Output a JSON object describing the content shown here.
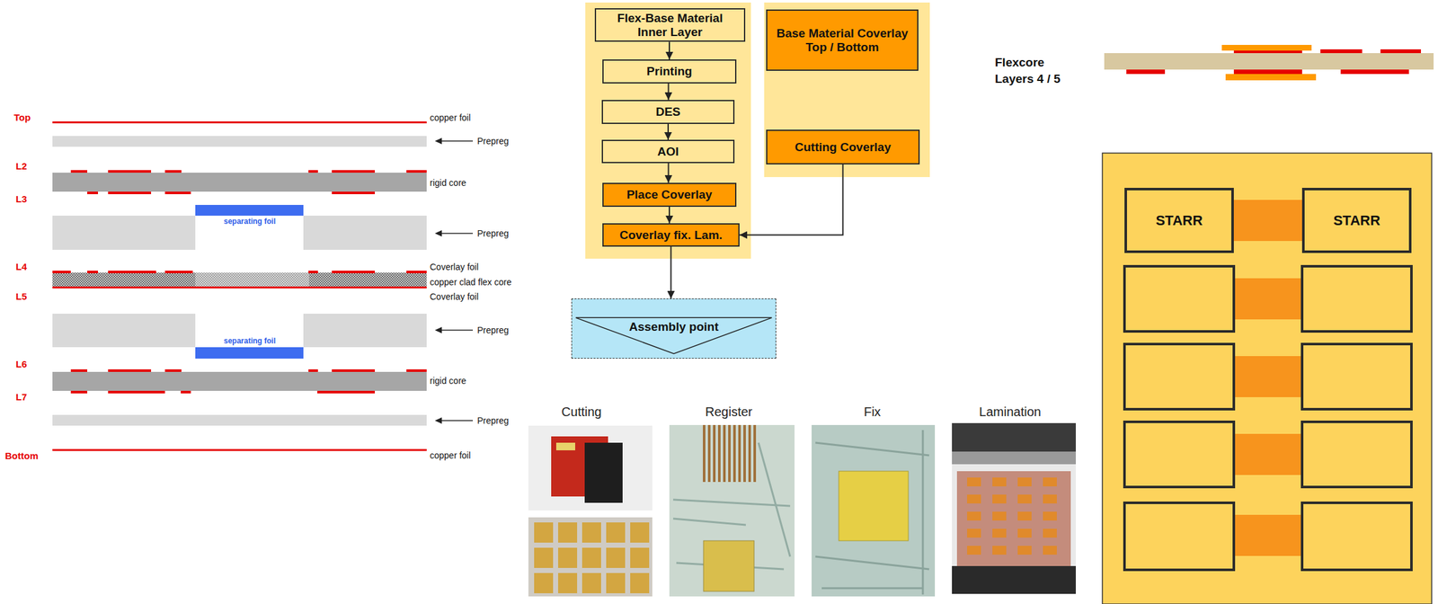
{
  "diagram": {
    "nodes": [
      {
        "text": [
          "Flex-Base Material Inner Layer"
        ]
      },
      {
        "text": [
          "Printing"
        ]
      },
      {
        "text": [
          "DES"
        ]
      },
      {
        "text": [
          "AOI"
        ]
      },
      {
        "text": [
          "Place Coverlay"
        ]
      },
      {
        "text": [
          "Coverlay fix. Lam."
        ]
      },
      {
        "text": [
          "Base Material Coverlay Top / Bottom"
        ]
      },
      {
        "text": [
          "Cutting Coverlay"
        ]
      },
      {
        "text": [
          "Assembly point"
        ]
      },
      {
        "text": [
          "STARR"
        ]
      },
      {
        "text": [
          "STARR"
        ]
      }
    ],
    "edges": [
      {
        "from": 0,
        "to": 1,
        "arrow": "to"
      },
      {
        "from": 1,
        "to": 2,
        "arrow": "to"
      },
      {
        "from": 2,
        "to": 3,
        "arrow": "to"
      },
      {
        "from": 3,
        "to": 4,
        "arrow": "to"
      },
      {
        "from": 4,
        "to": 5,
        "arrow": "to"
      },
      {
        "from": 7,
        "to": 5,
        "arrow": "to"
      },
      {
        "from": 5,
        "to": 8,
        "arrow": "to"
      }
    ],
    "labels": [
      "Top",
      "copper foil",
      "Prepreg",
      "L2",
      "rigid core",
      "L3",
      "separating foil",
      "Prepreg",
      "L4",
      "Coverlay foil",
      "copper clad flex core",
      "L5",
      "Coverlay foil",
      "Prepreg",
      "separating foil",
      "L6",
      "rigid core",
      "L7",
      "Prepreg",
      "Bottom",
      "copper foil",
      "Cutting",
      "Register",
      "Fix",
      "Lamination",
      "Flexcore Layers 4 / 5"
    ]
  }
}
